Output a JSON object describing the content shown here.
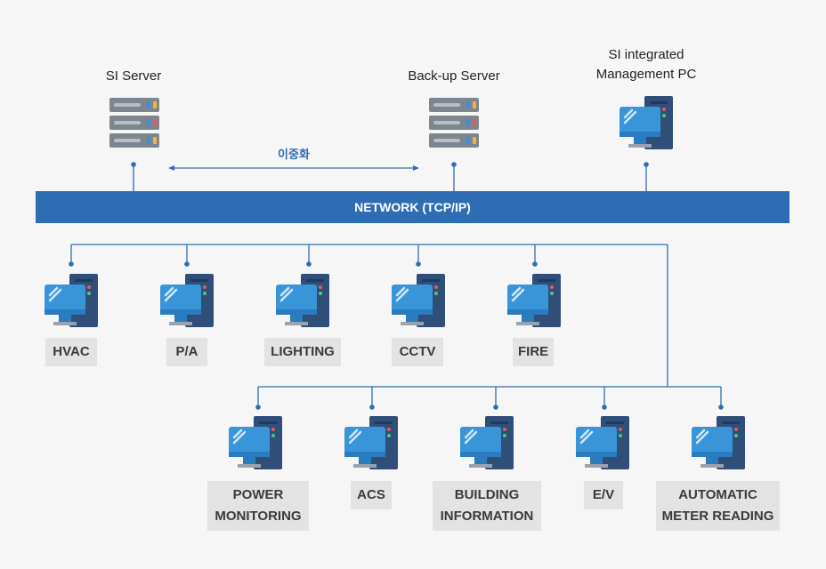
{
  "servers": {
    "si_server": "SI Server",
    "backup_server": "Back-up Server",
    "mgmt_pc_line1": "SI integrated",
    "mgmt_pc_line2": "Management PC"
  },
  "redundancy_label": "이중화",
  "network_label": "NETWORK (TCP/IP)",
  "row1": [
    "HVAC",
    "P/A",
    "LIGHTING",
    "CCTV",
    "FIRE"
  ],
  "row2": [
    {
      "line1": "POWER",
      "line2": "MONITORING"
    },
    {
      "line1": "ACS",
      "line2": ""
    },
    {
      "line1": "BUILDING",
      "line2": "INFORMATION"
    },
    {
      "line1": "E/V",
      "line2": ""
    },
    {
      "line1": "AUTOMATIC",
      "line2": "METER READING"
    }
  ],
  "colors": {
    "network": "#2e6db4",
    "wire": "#2e6db4",
    "label_bg": "#e3e3e3",
    "monitor": "#3a95d8",
    "tower": "#2f4f79",
    "server": "#7d858f"
  }
}
